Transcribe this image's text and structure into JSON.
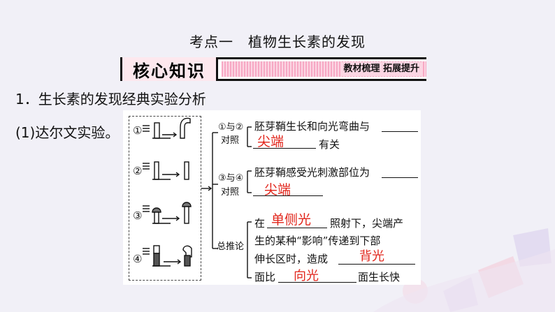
{
  "title": "考点一　植物生长素的发现",
  "banner": {
    "left_label": "核心知识",
    "right_label": "教材梳理 拓展提升",
    "colors": {
      "pink": "#fbd6e3",
      "stripe": "#f7a8c4"
    }
  },
  "heading1": "1．生长素的发现经典实验分析",
  "heading2": "(1)达尔文实验。",
  "experiments": {
    "nums": [
      "①",
      "②",
      "③",
      "④"
    ]
  },
  "groups": {
    "g1_top": "①与②",
    "g1_bottom": "对照",
    "g2_top": "③与④",
    "g2_bottom": "对照",
    "g3": "总推论"
  },
  "statements": {
    "s1_line1": "胚芽鞘生长和向光弯曲与",
    "s1_line2_suffix": "有关",
    "s2_line1": "胚芽鞘感受光刺激部位为",
    "s3_line1_prefix": "在",
    "s3_line1_suffix": "照射下，尖端产",
    "s3_line2": "生的某种“影响”传递到下部",
    "s3_line3_prefix": "伸长区时，造成",
    "s3_line4_prefix": "面比",
    "s3_line4_suffix": "面生长快"
  },
  "answers": {
    "a1": "尖端",
    "a2": "尖端",
    "a3": "单侧光",
    "a4": "背光",
    "a5": "向光",
    "color": "#e1251b"
  }
}
